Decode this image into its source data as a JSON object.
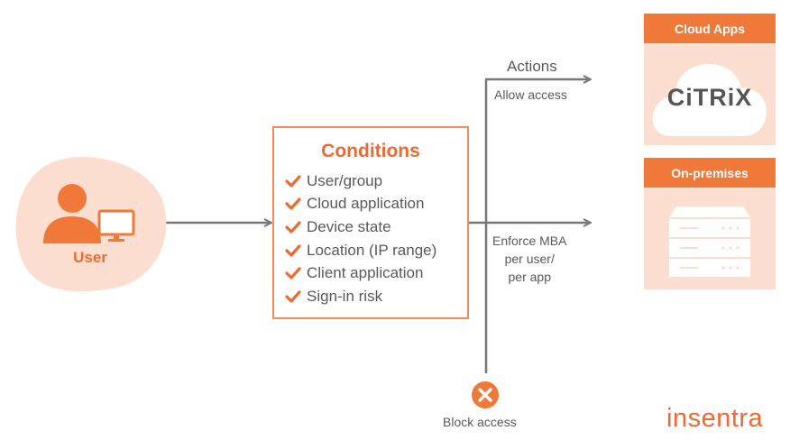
{
  "user": {
    "label": "User"
  },
  "conditions": {
    "title": "Conditions",
    "items": [
      "User/group",
      "Cloud application",
      "Device state",
      "Location (IP range)",
      "Client application",
      "Sign-in risk"
    ]
  },
  "actions": {
    "title": "Actions",
    "allow": "Allow access",
    "enforce_lines": [
      "Enforce MBA",
      "per user/",
      "per app"
    ],
    "block": "Block access"
  },
  "cloud_apps": {
    "title": "Cloud Apps",
    "app_name": "CiTRiX"
  },
  "on_premises": {
    "title": "On-premises"
  },
  "brand": {
    "logo_text": "insentra"
  },
  "colors": {
    "accent": "#f07838",
    "accent_light": "#fcded0",
    "arrow": "#777777",
    "text": "#595959"
  }
}
